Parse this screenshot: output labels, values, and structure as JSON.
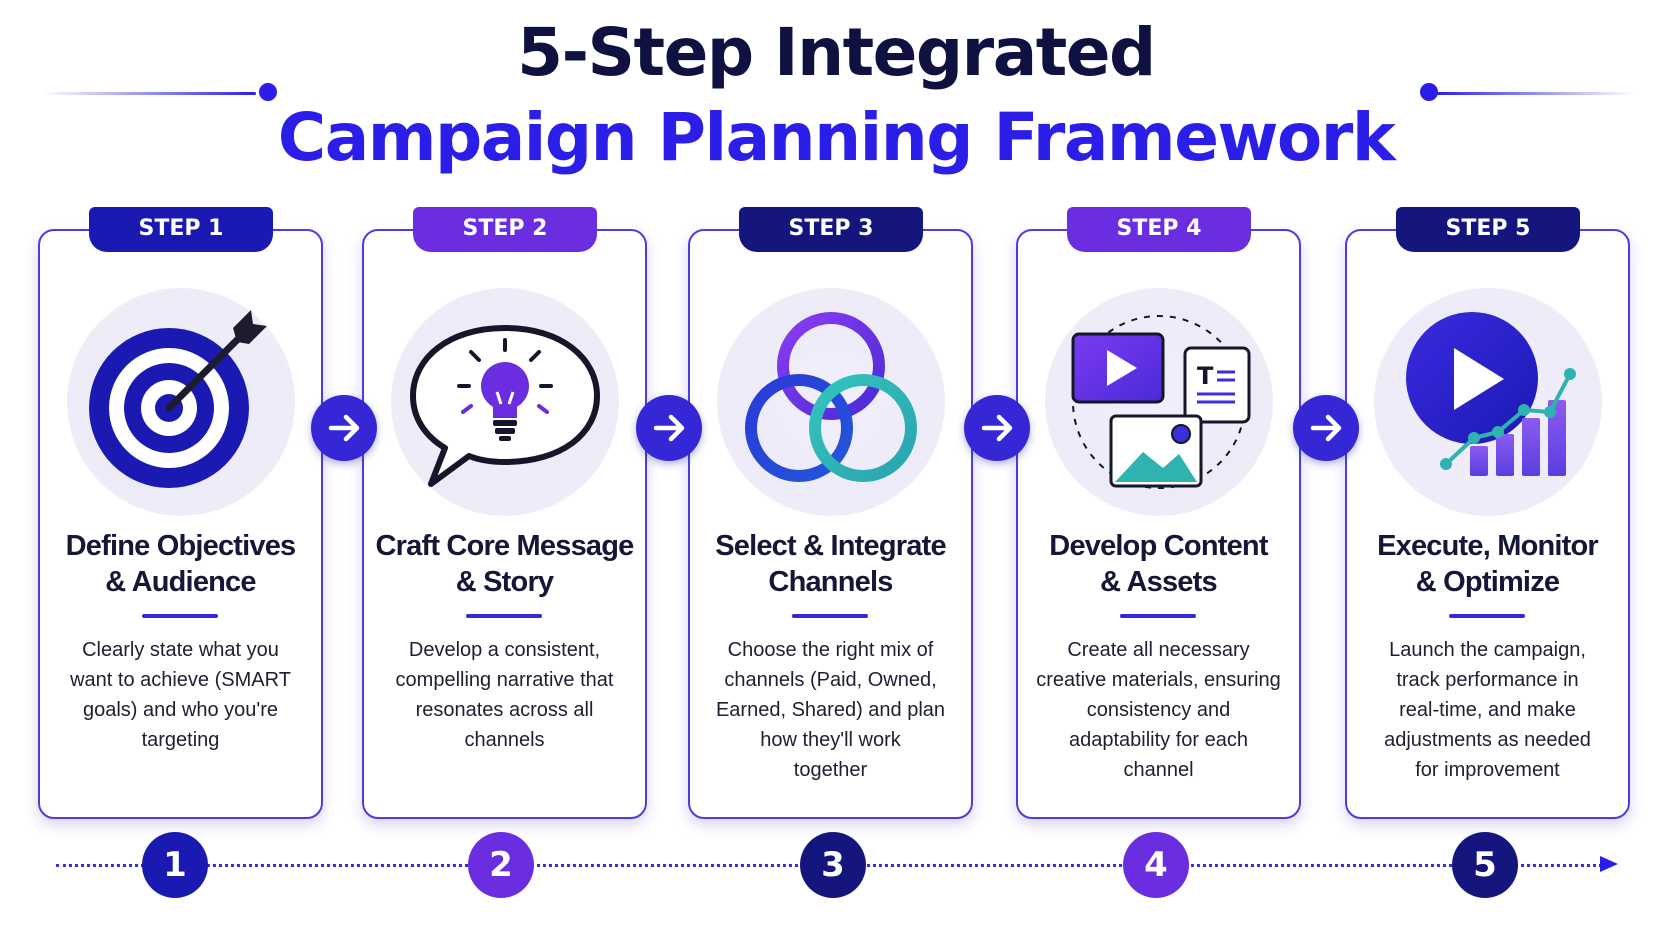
{
  "header": {
    "title_line1": "5-Step Integrated",
    "title_line2": "Campaign Planning Framework"
  },
  "colors": {
    "navy": "#1a1ab3",
    "purple": "#6a2de0",
    "deep_navy": "#15157e",
    "blue_accent": "#2b1ee8",
    "teal": "#29b6b0",
    "dark_text": "#141736"
  },
  "steps": [
    {
      "tab": "STEP 1",
      "icon": "target-icon",
      "title_line1": "Define Objectives",
      "title_line2": "& Audience",
      "desc_lines": [
        "Clearly state what you",
        "want to achieve (SMART",
        "goals) and who you're",
        "targeting"
      ],
      "number": "1"
    },
    {
      "tab": "STEP 2",
      "icon": "lightbulb-speech-icon",
      "title_line1": "Craft Core Message",
      "title_line2": "& Story",
      "desc_lines": [
        "Develop a consistent,",
        "compelling narrative that",
        "resonates across all",
        "channels"
      ],
      "number": "2"
    },
    {
      "tab": "STEP 3",
      "icon": "interlocking-rings-icon",
      "title_line1": "Select & Integrate",
      "title_line2": "Channels",
      "desc_lines": [
        "Choose the right mix of",
        "channels (Paid, Owned,",
        "Earned, Shared) and plan",
        "how they'll work",
        "together"
      ],
      "number": "3"
    },
    {
      "tab": "STEP 4",
      "icon": "content-assets-icon",
      "title_line1": "Develop Content",
      "title_line2": "& Assets",
      "desc_lines": [
        "Create all necessary",
        "creative materials, ensuring",
        "consistency and",
        "adaptability for each",
        "channel"
      ],
      "number": "4"
    },
    {
      "tab": "STEP 5",
      "icon": "play-growth-chart-icon",
      "title_line1": "Execute, Monitor",
      "title_line2": "& Optimize",
      "desc_lines": [
        "Launch the campaign,",
        "track performance in",
        "real-time, and make",
        "adjustments as needed",
        "for improvement"
      ],
      "number": "5"
    }
  ]
}
